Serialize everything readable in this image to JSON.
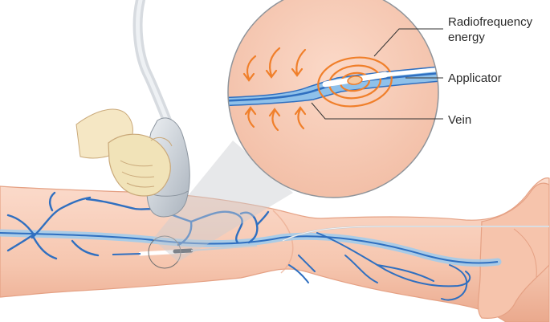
{
  "labels": {
    "rf_line1": "Radiofrequency",
    "rf_line2": "energy",
    "applicator": "Applicator",
    "vein": "Vein"
  },
  "colors": {
    "skin": "#f8cdb8",
    "skin_dark": "#e9a88e",
    "vein": "#2f6fc0",
    "vein_light": "#8fc1ea",
    "energy": "#f07f2a",
    "glove": "#f1e3b8",
    "probe": "#cfd4db"
  }
}
